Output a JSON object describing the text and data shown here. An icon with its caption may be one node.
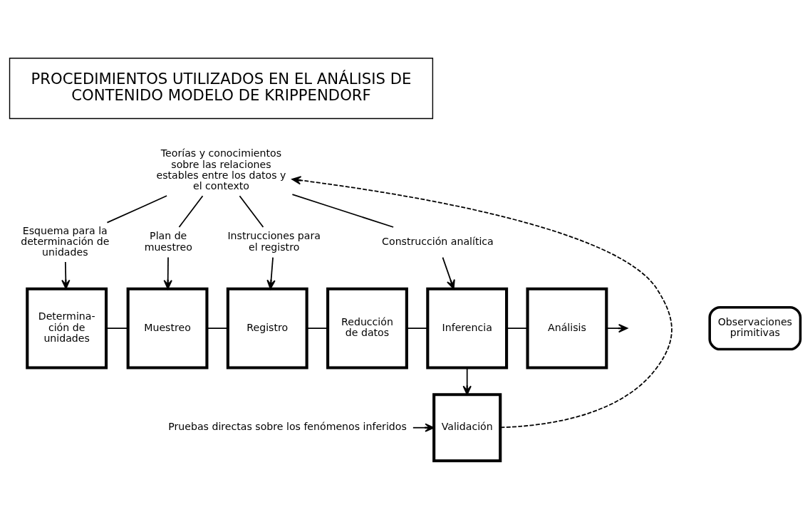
{
  "diagram": {
    "nodes": [
      {
        "text": [
          "PROCEDIMIENTOS UTILIZADOS EN EL ANÁLISIS DE CONTENIDO MODELO DE KRIPPENDORF"
        ]
      },
      {
        "text": [
          "Teorías y conocimientos sobre las relaciones estables entre los datos y el contexto"
        ]
      },
      {
        "text": [
          "Esquema para la determinación de unidades"
        ]
      },
      {
        "text": [
          "Plan de muestreo"
        ]
      },
      {
        "text": [
          "Instrucciones para el registro"
        ]
      },
      {
        "text": [
          "Construcción analítica"
        ]
      },
      {
        "text": [
          "Observaciones primitivas"
        ]
      },
      {
        "text": [
          "Determina- ción de unidades"
        ]
      },
      {
        "text": [
          "Muestreo"
        ]
      },
      {
        "text": [
          "Registro"
        ]
      },
      {
        "text": [
          "Reducción de datos"
        ]
      },
      {
        "text": [
          "Inferencia"
        ]
      },
      {
        "text": [
          "Análisis"
        ]
      },
      {
        "text": [
          "Pruebas directas sobre los fenómenos inferidos"
        ]
      },
      {
        "text": [
          "Validación"
        ]
      }
    ],
    "edges": [
      {
        "from": 1,
        "to": 2,
        "arrow": "none"
      },
      {
        "from": 1,
        "to": 3,
        "arrow": "none"
      },
      {
        "from": 1,
        "to": 4,
        "arrow": "none"
      },
      {
        "from": 1,
        "to": 5,
        "arrow": "none"
      },
      {
        "from": 2,
        "to": 7,
        "arrow": "to"
      },
      {
        "from": 3,
        "to": 8,
        "arrow": "to"
      },
      {
        "from": 4,
        "to": 9,
        "arrow": "to"
      },
      {
        "from": 5,
        "to": 11,
        "arrow": "to"
      },
      {
        "from": 7,
        "to": 8,
        "arrow": "none"
      },
      {
        "from": 8,
        "to": 9,
        "arrow": "none"
      },
      {
        "from": 9,
        "to": 10,
        "arrow": "none"
      },
      {
        "from": 10,
        "to": 11,
        "arrow": "none"
      },
      {
        "from": 11,
        "to": 12,
        "arrow": "none"
      },
      {
        "from": 12,
        "to": null,
        "arrow": "to"
      },
      {
        "from": 11,
        "to": 14,
        "arrow": "to"
      },
      {
        "from": 13,
        "to": 14,
        "arrow": "to"
      },
      {
        "from": 14,
        "to": 1,
        "arrow": "to",
        "style": "dashed"
      }
    ]
  }
}
